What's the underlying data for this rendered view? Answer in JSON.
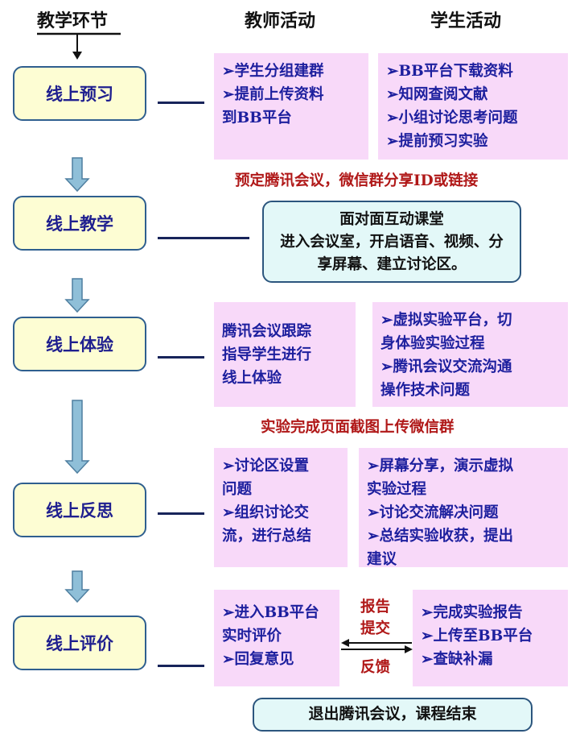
{
  "headers": {
    "stage": "教学环节",
    "teacher": "教师活动",
    "student": "学生活动"
  },
  "stages": [
    "线上预习",
    "线上教学",
    "线上体验",
    "线上反思",
    "线上评价"
  ],
  "preview": {
    "teacher": [
      "➢学生分组建群",
      "➢提前上传资料",
      "到BB平台"
    ],
    "student": [
      "➢BB平台下载资料",
      "➢知网查阅文献",
      "➢小组讨论思考问题",
      "➢提前预习实验"
    ],
    "note": "预定腾讯会议，微信群分享ID或链接"
  },
  "teaching": {
    "title": "面对面互动课堂",
    "body": "进入会议室，开启语音、视频、分享屏幕、建立讨论区。"
  },
  "experience": {
    "teacher": [
      "腾讯会议跟踪",
      "指导学生进行",
      "线上体验"
    ],
    "student": [
      "➢虚拟实验平台，切",
      "身体验实验过程",
      "➢腾讯会议交流沟通",
      "操作技术问题"
    ],
    "note": "实验完成页面截图上传微信群"
  },
  "reflection": {
    "teacher": [
      "➢讨论区设置",
      "问题",
      "➢组织讨论交",
      "流，进行总结"
    ],
    "student": [
      "➢屏幕分享，演示虚拟",
      "实验过程",
      "➢讨论交流解决问题",
      "➢总结实验收获，提出",
      "建议"
    ]
  },
  "evaluation": {
    "teacher": [
      "➢进入BB平台",
      "实时评价",
      "➢回复意见"
    ],
    "student": [
      "➢完成实验报告",
      "➢上传至BB平台",
      "➢查缺补漏"
    ],
    "report_submit": "报告提交",
    "feedback": "反馈"
  },
  "ending": "退出腾讯会议，课程结束",
  "colors": {
    "stage_fill": "#fdfdd3",
    "stage_border": "#2f5f8f",
    "stage_text": "#1f1f8f",
    "activity_fill": "#f8d9f9",
    "activity_text": "#1d1f9e",
    "note_text": "#b01818",
    "teal_fill": "#e3f8f8",
    "arrow_fill": "#8fbfd8"
  }
}
